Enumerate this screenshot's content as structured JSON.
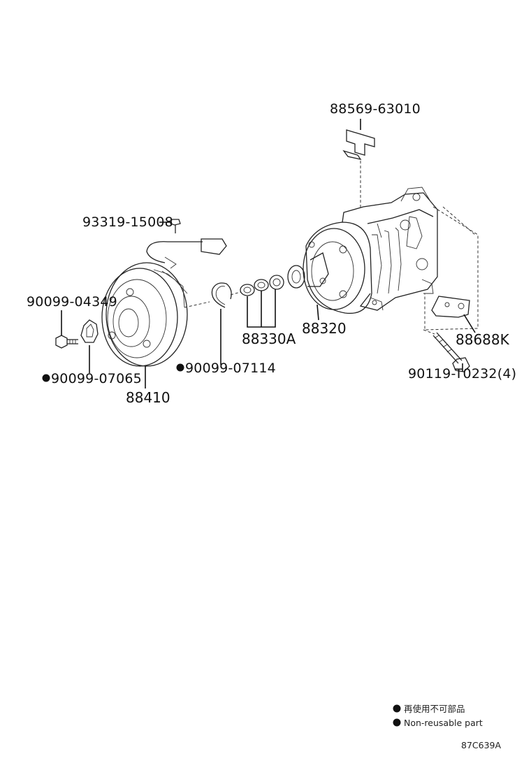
{
  "parts": {
    "bracket": "88569-63010",
    "screw": "93319-15008",
    "bolt_small": "90099-04349",
    "gasket": "90099-07065",
    "snap_ring": "90099-07114",
    "clutch": "88410",
    "o_rings": "88330A",
    "compressor": "88320",
    "clip": "88688K",
    "bolt_mount": "90119-T0232(4)"
  },
  "legend": {
    "marker": "●",
    "japanese": "再使用不可部品",
    "english": "Non-reusable part"
  },
  "figure_code": "87C639A"
}
